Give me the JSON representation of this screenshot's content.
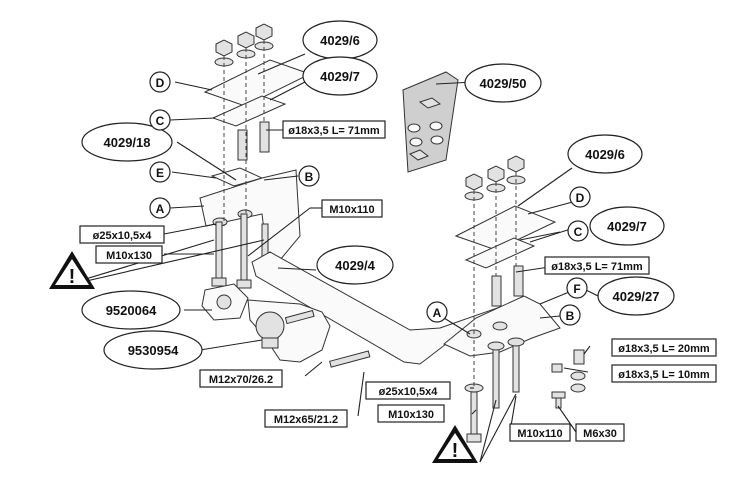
{
  "labels": {
    "ref_4029_6_top": "4029/6",
    "ref_4029_7_top": "4029/7",
    "ref_4029_18": "4029/18",
    "ref_4029_50": "4029/50",
    "ref_4029_6_right": "4029/6",
    "ref_4029_7_right": "4029/7",
    "ref_4029_27": "4029/27",
    "ref_4029_4": "4029/4",
    "ref_9520064": "9520064",
    "ref_9530954": "9530954",
    "bolt_m10x110_top": "M10x110",
    "bolt_m10x130_left": "M10x130",
    "washer_25_left": "ø25x10,5x4",
    "tube_71_top": "ø18x3,5 L= 71mm",
    "tube_71_right": "ø18x3,5 L= 71mm",
    "tube_20": "ø18x3,5 L= 20mm",
    "tube_10": "ø18x3,5 L= 10mm",
    "bolt_m12x70": "M12x70/26.2",
    "bolt_m12x65": "M12x65/21.2",
    "washer_25_right": "ø25x10,5x4",
    "bolt_m10x130_right": "M10x130",
    "bolt_m10x110_right": "M10x110",
    "bolt_m6x30": "M6x30",
    "letter_a_left": "A",
    "letter_b_left": "B",
    "letter_c_left": "C",
    "letter_d_left": "D",
    "letter_e_left": "E",
    "letter_a_right": "A",
    "letter_b_right": "B",
    "letter_c_right": "C",
    "letter_d_right": "D",
    "letter_f_right": "F",
    "warn_left": "!",
    "warn_right": "!"
  },
  "icons": {
    "warning": "warning-triangle-icon"
  },
  "colors": {
    "ink": "#222222",
    "part_fill": "#e2e2e2",
    "warning_fill": "#111111"
  }
}
